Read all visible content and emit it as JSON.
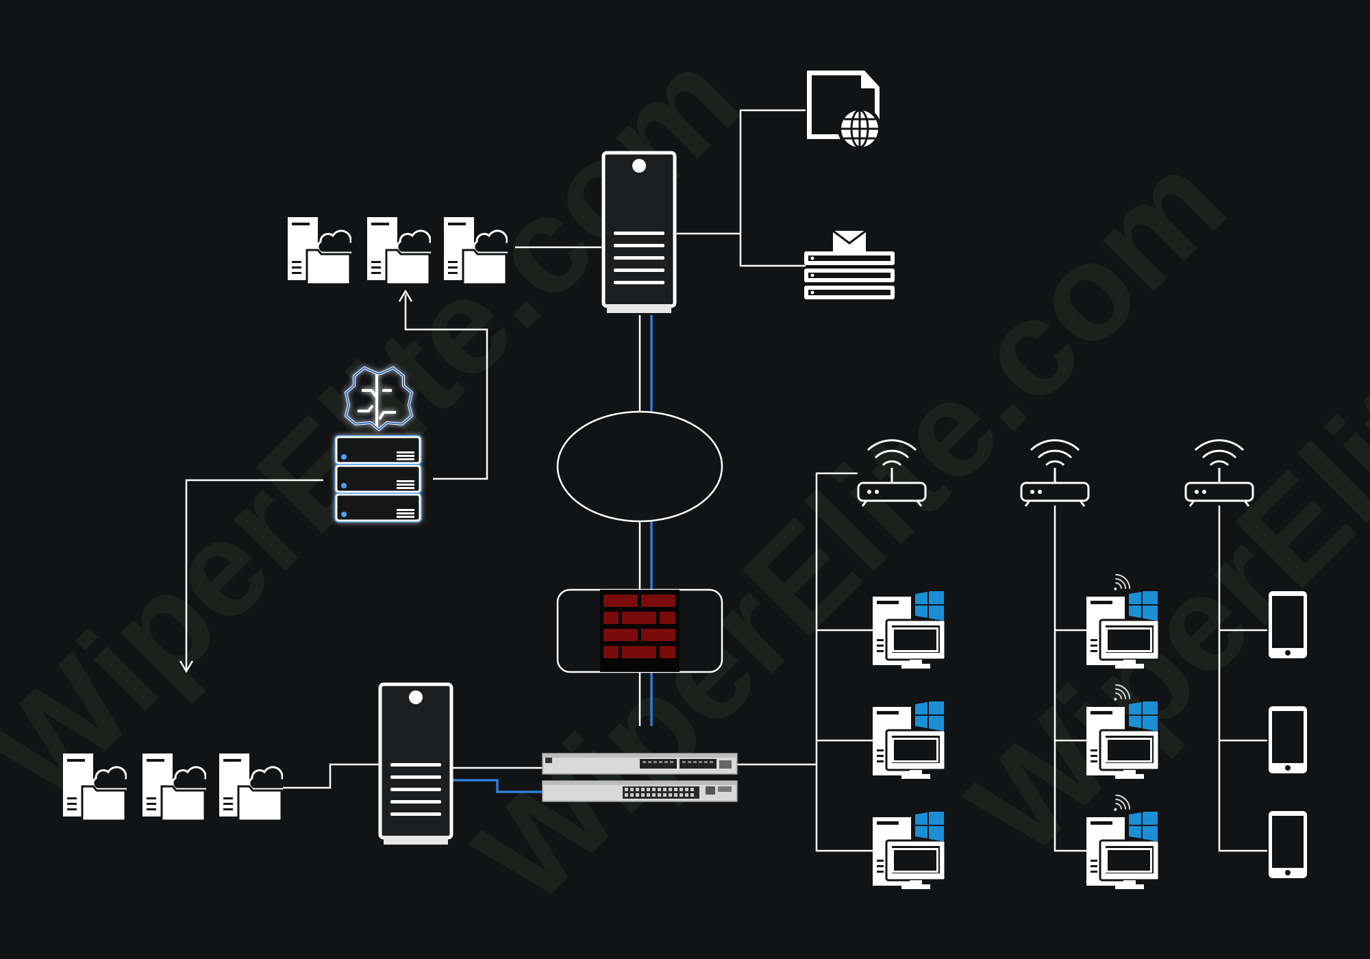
{
  "watermark": {
    "text": "WiperElite.com"
  },
  "colors": {
    "background": "#121314",
    "line": "#ffffff",
    "uplink": "#2f7fd6",
    "firewall_brick": "#7a0b0b",
    "windows_logo": "#1b8fd6",
    "ai_glow": "#4aa3ff"
  },
  "nodes": {
    "cloud_file_servers_top": {
      "icon": "cloud-file-server-icon",
      "count": 3
    },
    "core_server_top": {
      "icon": "tower-server-icon"
    },
    "web_document": {
      "icon": "web-document-icon"
    },
    "mail_server": {
      "icon": "mail-server-icon"
    },
    "ai_server": {
      "icon": "ai-brain-server-icon"
    },
    "internet": {
      "icon": "network-cloud-ellipse"
    },
    "firewall": {
      "icon": "firewall-icon"
    },
    "core_server_bottom": {
      "icon": "tower-server-icon"
    },
    "cloud_file_servers_bottom": {
      "icon": "cloud-file-server-icon",
      "count": 3
    },
    "network_switches": {
      "icon": "network-switch-icon",
      "count": 2
    },
    "wireless_routers": {
      "icon": "wifi-router-icon",
      "count": 3
    },
    "windows_desktops_wired": {
      "icon": "windows-desktop-icon",
      "count": 3
    },
    "windows_desktops_wireless": {
      "icon": "windows-desktop-wireless-icon",
      "count": 3
    },
    "mobile_devices": {
      "icon": "smartphone-icon",
      "count": 3
    }
  }
}
